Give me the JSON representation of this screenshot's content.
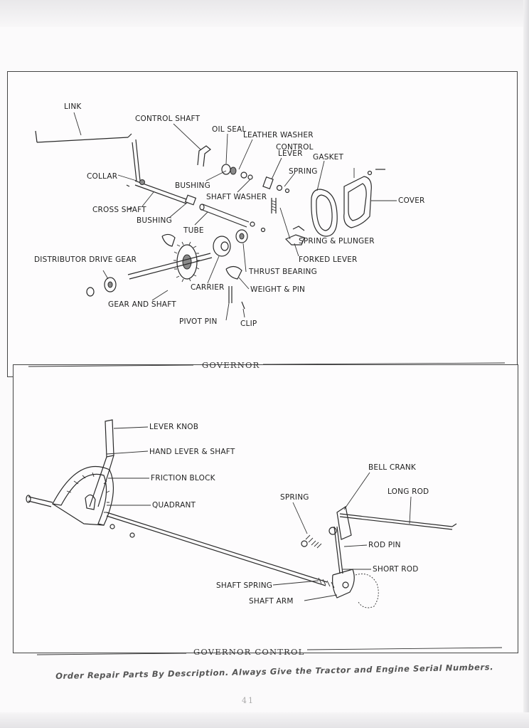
{
  "governor": {
    "caption": "GOVERNOR",
    "labels": {
      "link": "LINK",
      "control_shaft": "CONTROL SHAFT",
      "oil_seal": "OIL SEAL",
      "leather_washer": "LEATHER WASHER",
      "control_lever": "CONTROL LEVER",
      "gasket": "GASKET",
      "spring": "SPRING",
      "collar": "COLLAR",
      "bushing_1": "BUSHING",
      "shaft_washer": "SHAFT WASHER",
      "cover": "COVER",
      "cross_shaft": "CROSS SHAFT",
      "bushing_2": "BUSHING",
      "tube": "TUBE",
      "spring_plunger": "SPRING & PLUNGER",
      "distributor_drive_gear": "DISTRIBUTOR DRIVE GEAR",
      "forked_lever": "FORKED LEVER",
      "thrust_bearing": "THRUST BEARING",
      "carrier": "CARRIER",
      "weight_pin": "WEIGHT & PIN",
      "gear_and_shaft": "GEAR AND SHAFT",
      "pivot_pin": "PIVOT PIN",
      "clip": "CLIP"
    }
  },
  "governor_control": {
    "caption": "GOVERNOR CONTROL",
    "labels": {
      "lever_knob": "LEVER KNOB",
      "hand_lever_shaft": "HAND LEVER & SHAFT",
      "friction_block": "FRICTION BLOCK",
      "bell_crank": "BELL CRANK",
      "long_rod": "LONG ROD",
      "spring": "SPRING",
      "quadrant": "QUADRANT",
      "rod_pin": "ROD PIN",
      "short_rod": "SHORT ROD",
      "shaft_spring": "SHAFT SPRING",
      "shaft_arm": "SHAFT ARM"
    }
  },
  "footer": "Order Repair Parts By Description.  Always Give the Tractor and Engine Serial Numbers.",
  "page_number": "41"
}
